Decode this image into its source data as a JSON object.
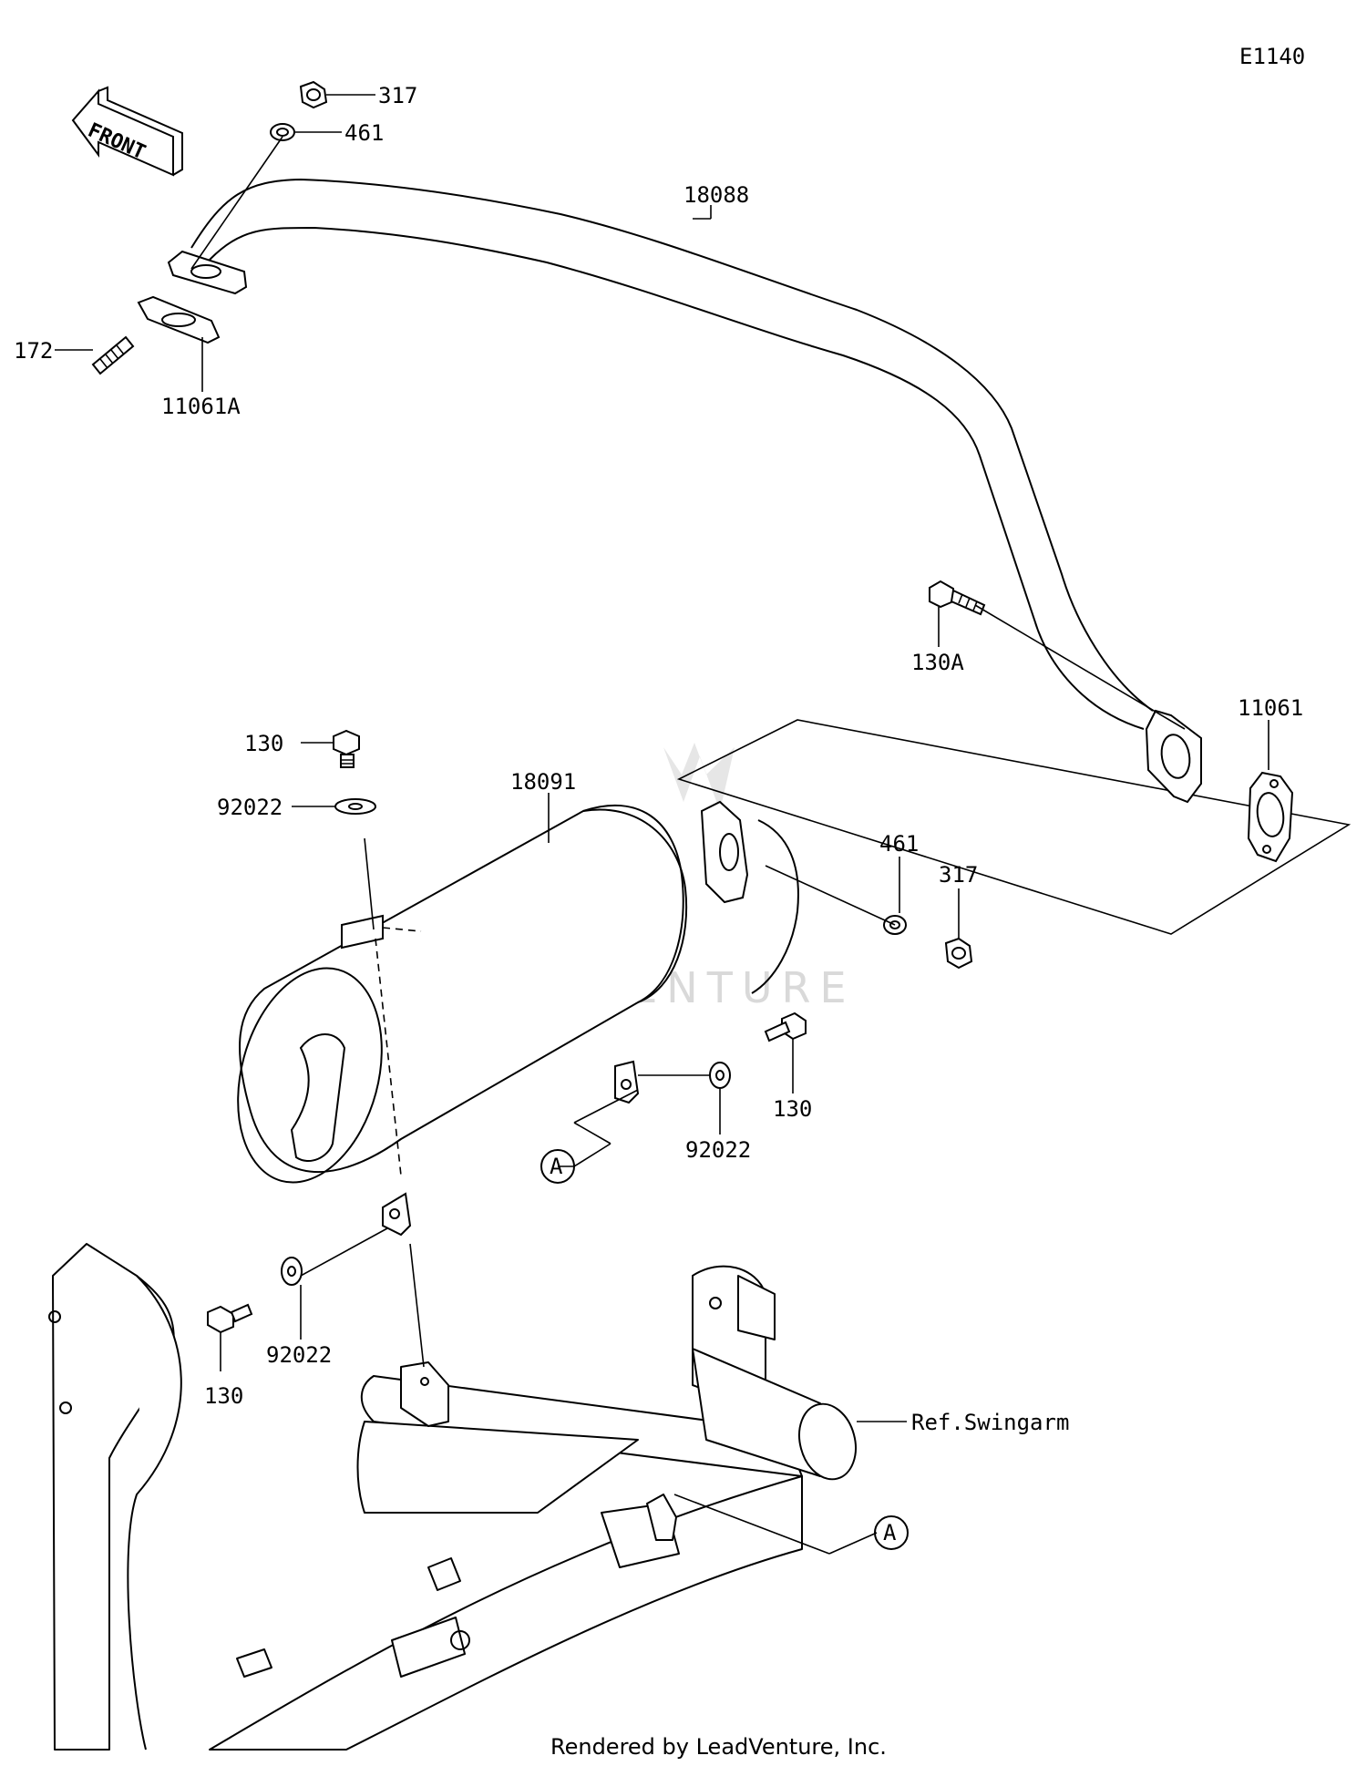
{
  "diagram_code": "E1140",
  "front_arrow_text": "FRONT",
  "watermark": "LEADVENTURE",
  "footer": "Rendered by LeadVenture, Inc.",
  "callouts": {
    "nut_317_top": "317",
    "washer_461_top": "461",
    "pipe_18088": "18088",
    "stud_172": "172",
    "gasket_11061A": "11061A",
    "bolt_130A": "130A",
    "gasket_11061": "11061",
    "bolt_130_top": "130",
    "washer_92022_top": "92022",
    "muffler_18091": "18091",
    "washer_461_right": "461",
    "nut_317_right": "317",
    "bolt_130_right": "130",
    "washer_92022_right": "92022",
    "washer_92022_left": "92022",
    "bolt_130_left": "130",
    "ref_swingarm": "Ref.Swingarm",
    "ref_a_upper": "A",
    "ref_a_lower": "A"
  }
}
